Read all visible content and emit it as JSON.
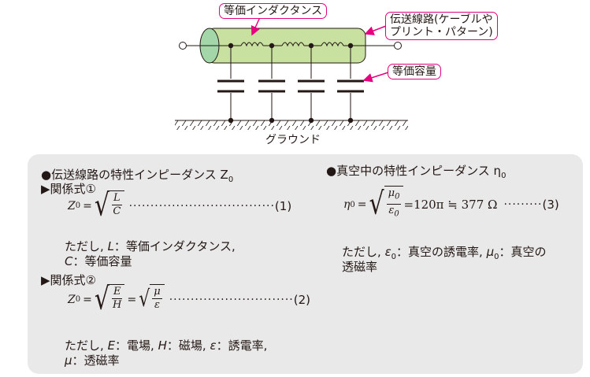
{
  "diagram": {
    "labels": {
      "inductance": "等価インダクタンス",
      "line_line1": "伝送線路(ケーブルや",
      "line_line2": "プリント・パターン)",
      "capacitance": "等価容量",
      "ground": "グラウンド"
    },
    "colors": {
      "accent": "#e4007f",
      "cylinder": "#c8e0a0",
      "cylinder_end": "#a3d6a8",
      "panel": "#e9e9e9"
    }
  },
  "left": {
    "heading": "●伝送線路の特性インピーダンス Z",
    "heading_sub": "0",
    "rel1_label": "▶関係式①",
    "eq1": {
      "lhs": "Z",
      "lhs_sub": "0",
      "eq": "=",
      "num": "L",
      "den": "C",
      "dots": "··································",
      "tag": "(1)"
    },
    "note1_prefix": "ただし,",
    "note1_var1": "L",
    "note1_def1": "：等価インダクタンス,",
    "note1_var2": "C",
    "note1_def2": "：等価容量",
    "rel2_label": "▶関係式②",
    "eq2": {
      "lhs": "Z",
      "lhs_sub": "0",
      "eq": "=",
      "num1": "E",
      "den1": "H",
      "eq2": "=",
      "num2": "μ",
      "den2": "ε",
      "dots": "·····························",
      "tag": "(2)"
    },
    "note2_prefix": "ただし,",
    "note2_var1": "E",
    "note2_def1": "：電場,",
    "note2_var2": "H",
    "note2_def2": "：磁場,",
    "note2_var3": "ε",
    "note2_def3": "：誘電率,",
    "note2_var4": "μ",
    "note2_def4": "：透磁率"
  },
  "right": {
    "heading": "●真空中の特性インピーダンス η",
    "heading_sub": "0",
    "eq3": {
      "lhs": "η",
      "lhs_sub": "0",
      "eq": "=",
      "num": "μ",
      "num_sub": "0",
      "den": "ε",
      "den_sub": "0",
      "rhs": "=120π ≒ 377 Ω",
      "dots": "·········",
      "tag": "(3)"
    },
    "note_prefix": "ただし,",
    "note_var1": "ε",
    "note_var1_sub": "0",
    "note_def1": "：真空の誘電率,",
    "note_var2": "μ",
    "note_var2_sub": "0",
    "note_def2": "：真空の",
    "note_line2": "透磁率"
  }
}
